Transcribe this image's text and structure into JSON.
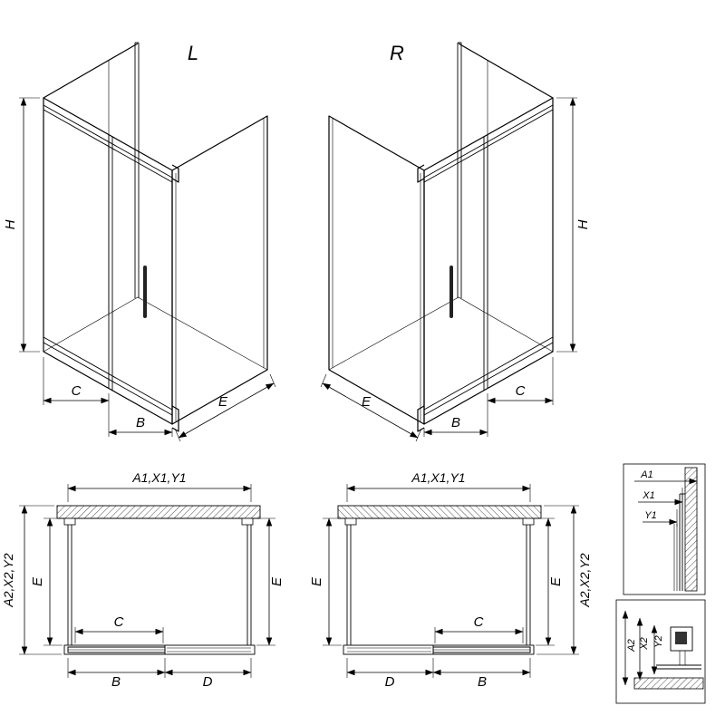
{
  "colors": {
    "line": "#000000",
    "background": "#ffffff"
  },
  "iso_left": {
    "view_label": "L",
    "dims": {
      "h": "H",
      "c": "C",
      "b": "B",
      "e": "E"
    }
  },
  "iso_right": {
    "view_label": "R",
    "dims": {
      "h": "H",
      "c": "C",
      "b": "B",
      "e": "E"
    }
  },
  "plan_left": {
    "dims": {
      "width_top": "A1,X1,Y1",
      "depth_side": "A2,X2,Y2",
      "e_left": "E",
      "e_right": "E",
      "c": "C",
      "b": "B",
      "d": "D"
    }
  },
  "plan_right": {
    "dims": {
      "width_top": "A1,X1,Y1",
      "depth_side": "A2,X2,Y2",
      "e_left": "E",
      "e_right": "E",
      "c": "C",
      "b": "B",
      "d": "D"
    }
  },
  "detail_top": {
    "dims": {
      "a1": "A1",
      "x1": "X1",
      "y1": "Y1"
    }
  },
  "detail_bottom": {
    "dims": {
      "a2": "A2",
      "x2": "X2",
      "y2": "Y2"
    }
  }
}
